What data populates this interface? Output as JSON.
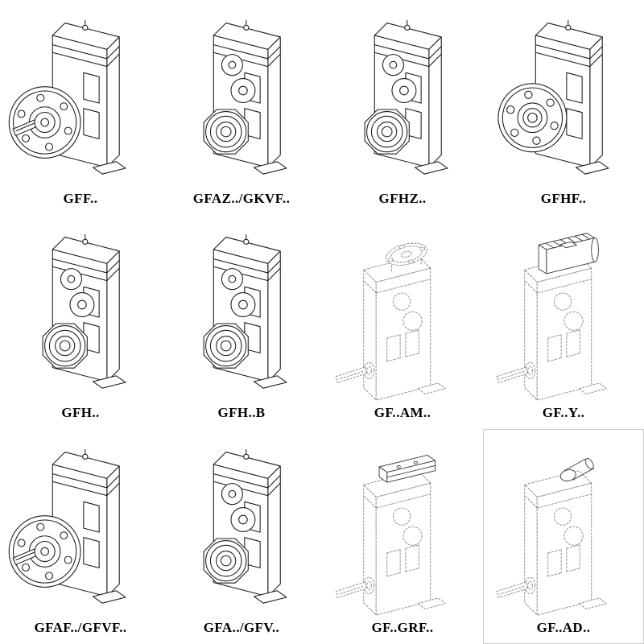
{
  "page": {
    "background": "#ffffff",
    "grid": {
      "columns": 4,
      "rows": 3
    }
  },
  "styles": {
    "line_color": "#1b1b1b",
    "dashed_line_color": "#8a8a8a",
    "label_color": "#000000",
    "frame_color": "#cccccc"
  },
  "cells": [
    {
      "label": "GFF..",
      "drawing": "flange-shaft-gearbox"
    },
    {
      "label": "GFAZ../GKVF..",
      "drawing": "hollow-bore-gearbox"
    },
    {
      "label": "GFHZ..",
      "drawing": "hollow-bore-gearbox-alt"
    },
    {
      "label": "GFHF..",
      "drawing": "flange-gearbox"
    },
    {
      "label": "GFH..",
      "drawing": "hollow-bore-gearbox"
    },
    {
      "label": "GFH..B",
      "drawing": "hollow-bore-gearbox"
    },
    {
      "label": "GF..AM..",
      "drawing": "gearbox-with-iec-adapter-flange"
    },
    {
      "label": "GF..Y..",
      "drawing": "gearbox-with-motor"
    },
    {
      "label": "GFAF../GFVF..",
      "drawing": "flange-shaft-gearbox"
    },
    {
      "label": "GFA../GFV..",
      "drawing": "hollow-bore-gearbox"
    },
    {
      "label": "GF..GRF..",
      "drawing": "gearbox-with-adapter-plate"
    },
    {
      "label": "GF..AD..",
      "drawing": "gearbox-with-input-shaft",
      "framed": true
    }
  ]
}
